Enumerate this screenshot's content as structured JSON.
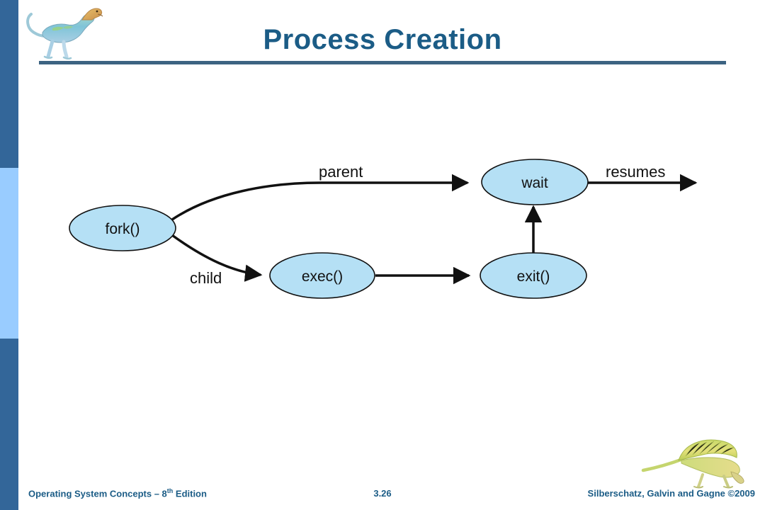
{
  "slide": {
    "title": "Process Creation",
    "background_color": "#ffffff",
    "title_color": "#1b5c86",
    "rule_color": "#3c6382"
  },
  "sidebar": {
    "segments": [
      {
        "name": "top",
        "color": "#336699"
      },
      {
        "name": "middle",
        "color": "#99ccff"
      },
      {
        "name": "bottom",
        "color": "#336699"
      }
    ]
  },
  "decorations": {
    "top_left_icon": "dinosaur-illustration",
    "bottom_right_icon": "dimetrodon-illustration"
  },
  "diagram": {
    "type": "flowchart",
    "node_fill": "#b5e0f5",
    "node_stroke": "#111111",
    "edge_color": "#111111",
    "nodes": [
      {
        "id": "fork",
        "label": "fork()"
      },
      {
        "id": "wait",
        "label": "wait"
      },
      {
        "id": "exec",
        "label": "exec()"
      },
      {
        "id": "exit",
        "label": "exit()"
      }
    ],
    "edges": [
      {
        "from": "fork",
        "to": "wait",
        "label": "parent"
      },
      {
        "from": "fork",
        "to": "exec",
        "label": "child"
      },
      {
        "from": "exec",
        "to": "exit",
        "label": ""
      },
      {
        "from": "exit",
        "to": "wait",
        "label": ""
      },
      {
        "from": "wait",
        "to": "",
        "label": "resumes"
      }
    ]
  },
  "footer": {
    "left_text": "Operating System Concepts – 8",
    "left_superscript": "th",
    "left_suffix": " Edition",
    "page_number": "3.26",
    "right_text": "Silberschatz, Galvin and Gagne ©2009",
    "color": "#1b5c86"
  }
}
